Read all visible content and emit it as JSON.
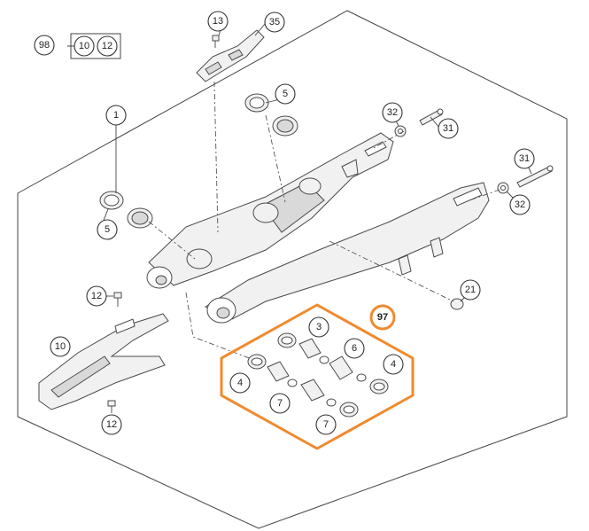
{
  "diagram": {
    "accent_color": "#f08a2e",
    "line_color": "#444444",
    "callouts": {
      "c98": "98",
      "c10_set": "10",
      "c12_set": "12",
      "c13": "13",
      "c35": "35",
      "c1": "1",
      "c5_top": "5",
      "c5_left": "5",
      "c32_top": "32",
      "c31_top": "31",
      "c31_right": "31",
      "c32_right": "32",
      "c21": "21",
      "c12_mid": "12",
      "c10_guard": "10",
      "c12_bottom": "12",
      "c97": "97",
      "c3": "3",
      "c6": "6",
      "c4_right": "4",
      "c4_left": "4",
      "c7_left": "7",
      "c7_bottom": "7"
    }
  }
}
